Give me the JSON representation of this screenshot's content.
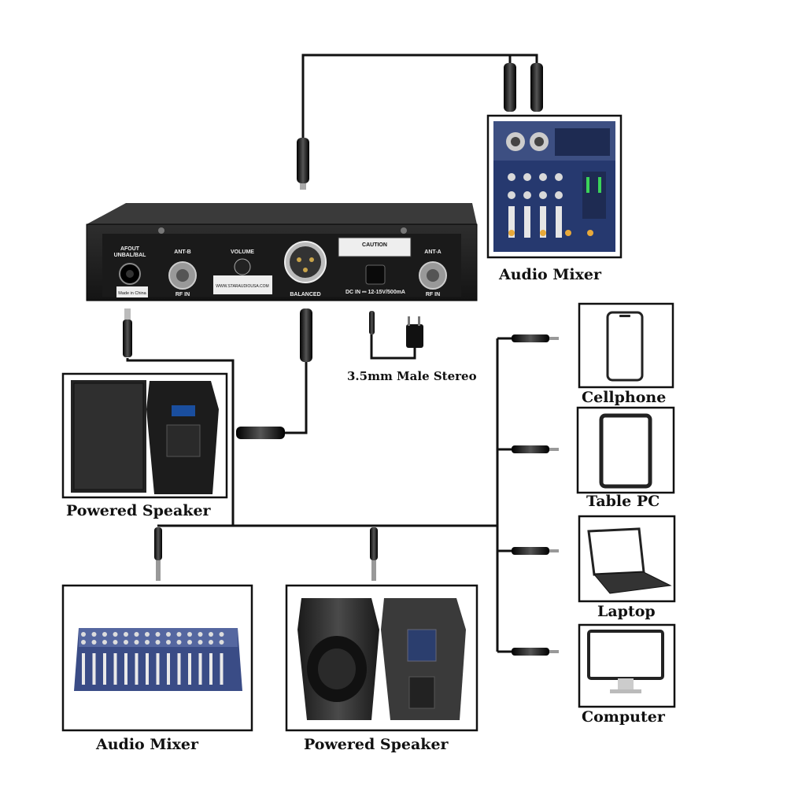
{
  "labels": {
    "audio_mixer_top": "Audio Mixer",
    "powered_speaker_left": "Powered Speaker",
    "audio_mixer_bottom": "Audio Mixer",
    "powered_speaker_bottom": "Powered Speaker",
    "cellphone": "Cellphone",
    "tablet": "Table PC",
    "laptop": "Laptop",
    "computer": "Computer",
    "stereo_cable": "3.5mm Male Stereo"
  },
  "receiver": {
    "afout_label": "AFOUT",
    "unbal_label": "UNBAL/BAL",
    "antb_label": "ANT-B",
    "volume_label": "VOLUME",
    "balanced_label": "BALANCED",
    "caution_label": "CAUTION",
    "dc_label": "DC IN ⎓ 12-15V/500mA",
    "anta_label": "ANT-A",
    "rfin_b": "RF IN",
    "rfin_a": "RF IN",
    "made_in": "Made in China",
    "website": "WWW.STARAUDIOUSA.COM"
  },
  "colors": {
    "cable": "#111111",
    "panel": "#1c1c1c",
    "mixer_blue": "#2a3f78",
    "speaker_dark": "#2b2b2b"
  }
}
